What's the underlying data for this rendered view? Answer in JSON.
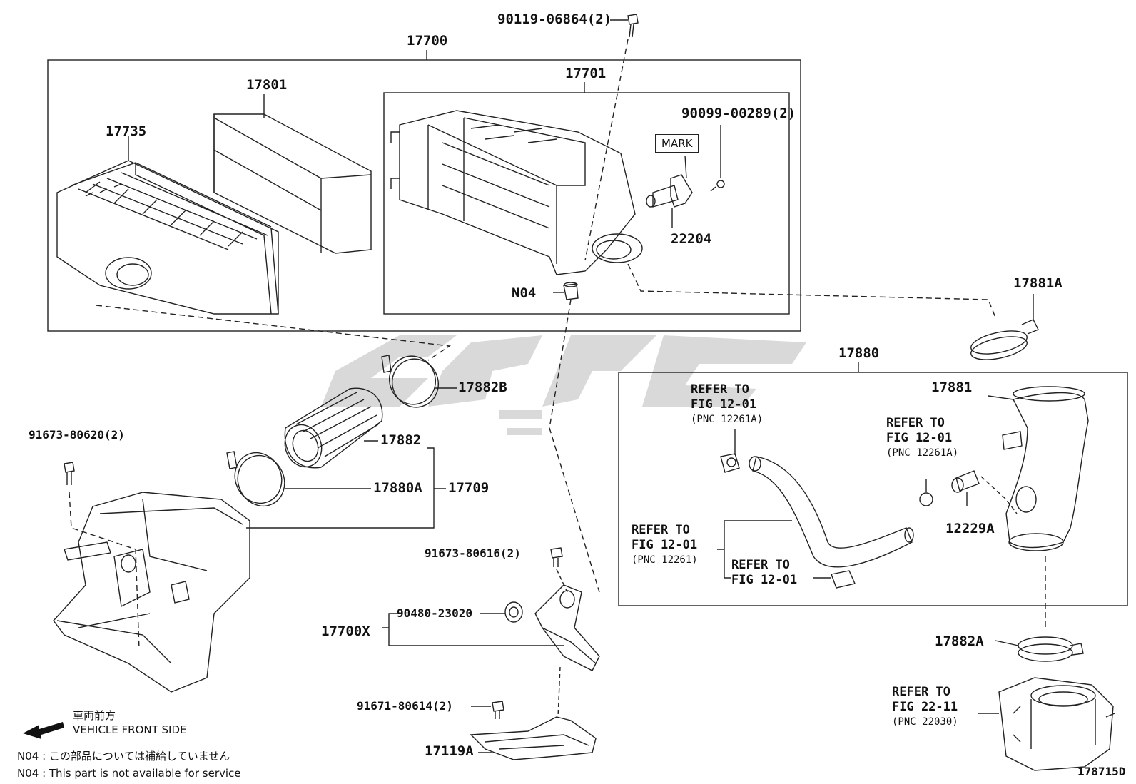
{
  "callouts": {
    "top_bolt": "90119-06864(2)",
    "assy": "17700",
    "case": "17701",
    "element": "17801",
    "cap": "17735",
    "screw_sensor": "90099-00289(2)",
    "mark": "MARK",
    "sensor": "22204",
    "n04": "N04",
    "clamp_top_right": "17881A",
    "group_right": "17880",
    "clamp_b": "17882B",
    "hose": "17882",
    "clamp_a": "17880A",
    "hose_assy": "17709",
    "bolt_left": "91673-80620(2)",
    "bolt_bracket": "91673-80616(2)",
    "grommet": "90480-23020",
    "bracket_assy": "17700X",
    "bolt_bottom": "91671-80614(2)",
    "bracket": "17119A",
    "inlet_pipe": "17881",
    "connector": "12229A",
    "clamp_bottom_right": "17882A",
    "figure_id": "178715D"
  },
  "refers": [
    {
      "line1": "REFER TO",
      "line2": "FIG 12-01",
      "pnc": "(PNC 12261A)"
    },
    {
      "line1": "REFER TO",
      "line2": "FIG 12-01",
      "pnc": "(PNC 12261A)"
    },
    {
      "line1": "REFER TO",
      "line2": "FIG 12-01",
      "pnc": "(PNC 12261)"
    },
    {
      "line1": "REFER TO",
      "line2": "FIG 12-01",
      "pnc": ""
    },
    {
      "line1": "REFER TO",
      "line2": "FIG 22-11",
      "pnc": "(PNC 22030)"
    }
  ],
  "notes": {
    "front_jp": "車両前方",
    "front_en": "VEHICLE FRONT SIDE",
    "n04_jp": "N04 : この部品については補給していません",
    "n04_en": "N04 : This part is not available for service"
  }
}
